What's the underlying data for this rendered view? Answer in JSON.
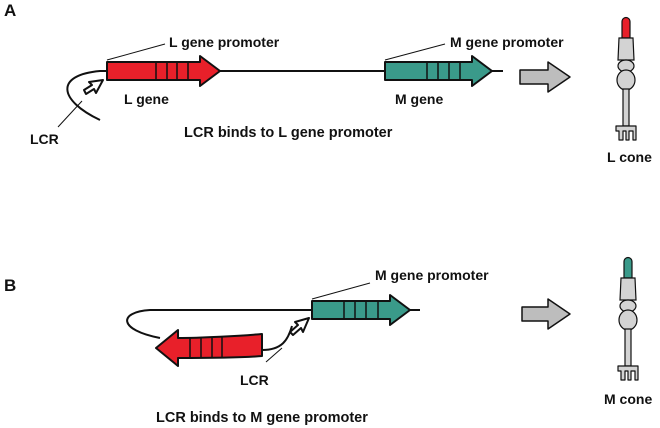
{
  "colors": {
    "l_gene": "#e8202a",
    "m_gene": "#3a9a8a",
    "cone_body": "#d3d3d3",
    "outline": "#111111",
    "arrow": "#bdbdbd"
  },
  "panel_a": {
    "letter": "A",
    "l_promoter_label": "L gene promoter",
    "m_promoter_label": "M gene promoter",
    "l_gene_label": "L gene",
    "m_gene_label": "M gene",
    "lcr_label": "LCR",
    "caption": "LCR binds to L gene promoter",
    "cone_label": "L cone"
  },
  "panel_b": {
    "letter": "B",
    "m_promoter_label": "M gene promoter",
    "lcr_label": "LCR",
    "caption": "LCR binds to M gene promoter",
    "cone_label": "M cone"
  }
}
